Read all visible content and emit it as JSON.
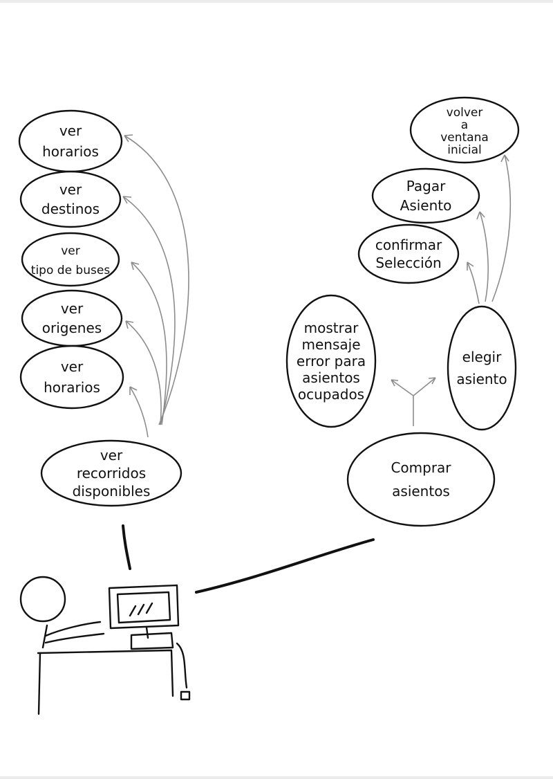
{
  "colors": {
    "ink": "#111111",
    "arrow": "#8c8c8c",
    "paper": "#ffffff",
    "background": "#ececec"
  },
  "actor": {
    "icon": "stick-figure-at-computer-icon"
  },
  "left_group": {
    "main": {
      "lines": [
        "ver",
        "recorridos",
        "disponibles"
      ]
    },
    "items": [
      {
        "lines": [
          "ver",
          "horarios"
        ]
      },
      {
        "lines": [
          "ver",
          "destinos"
        ]
      },
      {
        "lines": [
          "ver",
          "tipo de buses"
        ]
      },
      {
        "lines": [
          "ver",
          "origenes"
        ]
      },
      {
        "lines": [
          "ver",
          "horarios"
        ]
      }
    ]
  },
  "right_group": {
    "main": {
      "lines": [
        "Comprar",
        "asientos"
      ]
    },
    "error": {
      "lines": [
        "mostrar",
        "mensaje",
        "error para",
        "asientos",
        "ocupados"
      ]
    },
    "elegir": {
      "lines": [
        "elegir",
        "asiento"
      ]
    },
    "confirmar": {
      "lines": [
        "confirmar",
        "Selección"
      ]
    },
    "pagar": {
      "lines": [
        "Pagar",
        "Asiento"
      ]
    },
    "volver": {
      "lines": [
        "volver",
        "a",
        "ventana",
        "inicial"
      ]
    }
  }
}
